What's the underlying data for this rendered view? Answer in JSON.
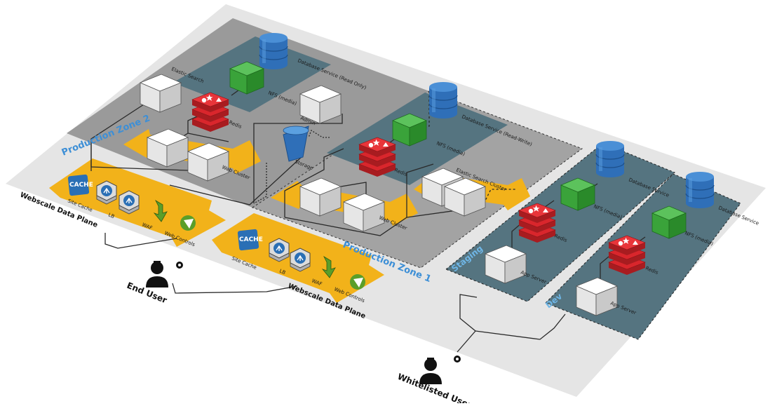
{
  "zones": {
    "production_zone_2": "Production Zone 2",
    "production_zone_1": "Production Zone 1",
    "staging": "Staging",
    "dev": "Dev"
  },
  "labels": {
    "elastic_search": "Elastic Search",
    "database_service_read_only": "Database Service (Read Only)",
    "nfs_media_a": "NFS (media)",
    "redis_a": "Redis",
    "admin": "Admin",
    "web_cluster_a": "Web Cluster",
    "storage": "Storage",
    "database_service_read_write": "Database Service (Read-Write)",
    "nfs_media_b": "NFS (media)",
    "redis_b": "Redis",
    "elastic_search_cluster": "Elastic Search Cluster",
    "web_cluster_b": "Web Cluster",
    "database_service_staging": "Database Service",
    "nfs_media_staging": "NFS (media)",
    "redis_staging": "Redis",
    "app_server_staging": "App Server",
    "database_service_dev": "Database Service",
    "nfs_media_dev": "NFS (media)",
    "redis_dev": "Redis",
    "app_server_dev": "App Server"
  },
  "data_plane_2": {
    "title": "Webscale Data Plane",
    "cache": "CACHE",
    "site_cache": "Site Cache",
    "lb": "LB",
    "waf": "WAF",
    "web_controls": "Web Controls"
  },
  "data_plane_1": {
    "title": "Webscale Data Plane",
    "cache": "CACHE",
    "site_cache": "Site Cache",
    "lb": "LB",
    "waf": "WAF",
    "web_controls": "Web Controls"
  },
  "actors": {
    "end_user": "End User",
    "whitelisted_users": "Whitelisted Users"
  },
  "colors": {
    "platform": "#e5e5e5",
    "zone_gray": "#9a9a9a",
    "teal_panel": "#557480",
    "yellow": "#f2b21a",
    "redis_red": "#d9262c",
    "nfs_green": "#3aa33a",
    "db_blue": "#2f6fb8",
    "cache_blue": "#2a6fb5",
    "zone_label": "#3d8fd6",
    "env_label": "#6fb6e6"
  }
}
